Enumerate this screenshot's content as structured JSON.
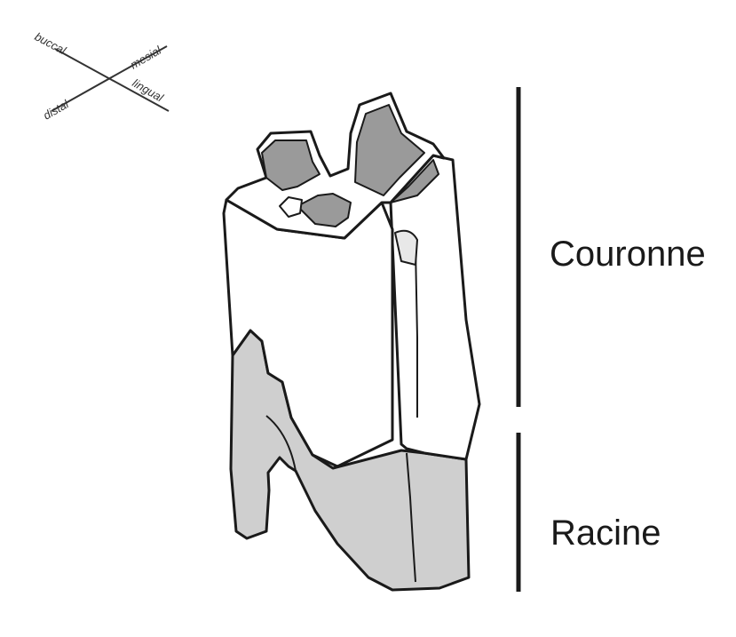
{
  "compass": {
    "buccal": "buccal",
    "mesial": "mesial",
    "distal": "distal",
    "lingual": "lingual"
  },
  "labels": {
    "crown": "Couronne",
    "root": "Racine"
  },
  "colors": {
    "outline": "#1a1a1a",
    "enamel_fill": "#ffffff",
    "dentin_fill": "#9a9a9a",
    "root_fill": "#cfcfcf",
    "bracket": "#1a1a1a"
  }
}
